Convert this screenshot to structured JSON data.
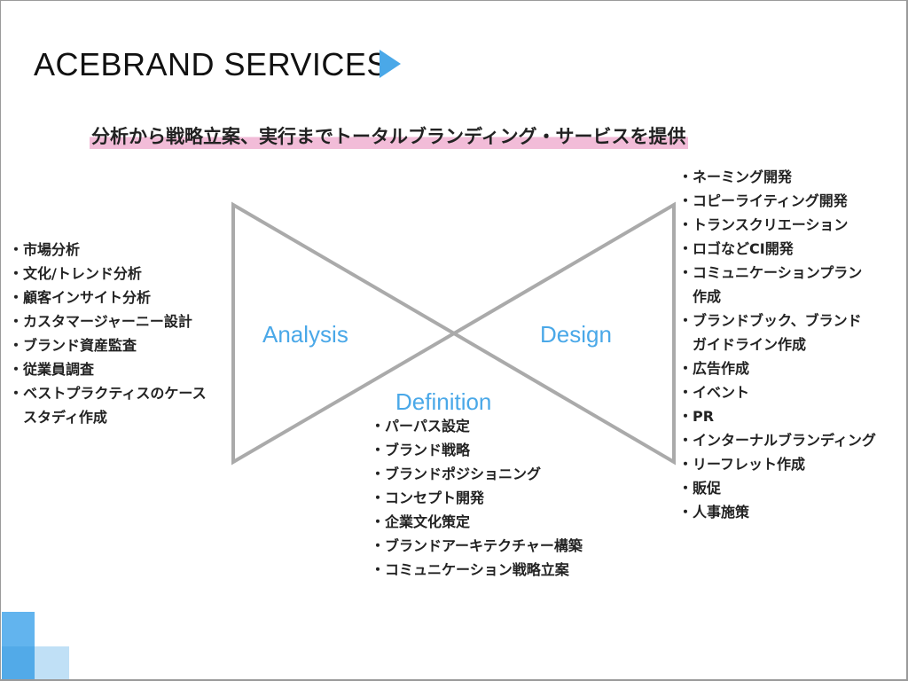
{
  "title": "ACEBRAND SERVICES",
  "subtitle": "分析から戦略立案、実行までトータルブランディング・サービスを提供",
  "colors": {
    "accent": "#4aa8e8",
    "highlight": "#f2bcd8",
    "line": "#aaaaaa"
  },
  "diagram": {
    "analysis": {
      "label": "Analysis",
      "items": [
        "市場分析",
        "文化/トレンド分析",
        "顧客インサイト分析",
        "カスタマージャーニー設計",
        "ブランド資産監査",
        "従業員調査",
        "ベストプラクティスのケース",
        "スタディ作成"
      ]
    },
    "definition": {
      "label": "Definition",
      "items": [
        "パーパス設定",
        "ブランド戦略",
        "ブランドポジショニング",
        "コンセプト開発",
        "企業文化策定",
        "ブランドアーキテクチャー構築",
        "コミュニケーション戦略立案"
      ]
    },
    "design": {
      "label": "Design",
      "items": [
        "ネーミング開発",
        "コピーライティング開発",
        "トランスクリエーション",
        "ロゴなどCI開発",
        "コミュニケーションプラン",
        "作成",
        "ブランドブック、ブランド",
        "ガイドライン作成",
        "広告作成",
        "イベント",
        "PR",
        "インターナルブランディング",
        "リーフレット作成",
        "販促",
        "人事施策"
      ]
    }
  }
}
